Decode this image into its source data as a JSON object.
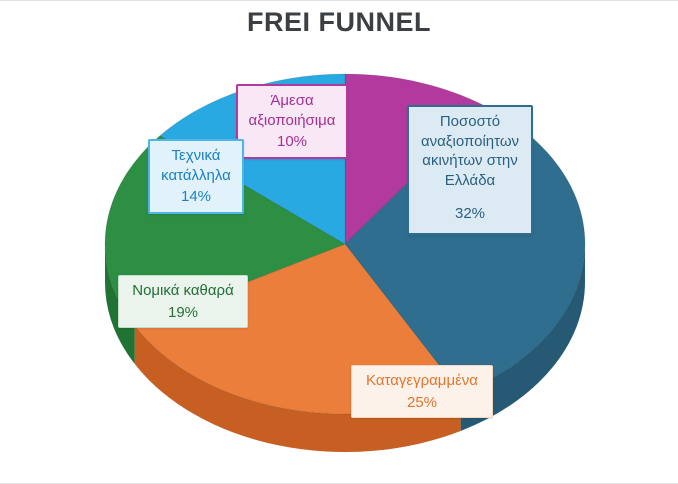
{
  "title": "FREI FUNNEL",
  "background": "#ffffff",
  "chart_data": {
    "type": "pie",
    "title": "FREI FUNNEL",
    "is_3d": true,
    "direction": "clockwise",
    "start_angle_deg": 0,
    "unit": "%",
    "legend": "none",
    "slices": [
      {
        "label": "Άμεσα αξιοποιήσιμα",
        "value": 10,
        "display": "10%",
        "color": "#b23a9e",
        "side_color": "#8e2d7e",
        "label_bg": "#f8e7f4",
        "label_border": "#b23a9e",
        "label_text": "#a63093"
      },
      {
        "label": "Ποσοστό αναξιοποίητων ακινήτων στην Ελλάδα",
        "value": 32,
        "display": "32%",
        "color": "#2f6e8e",
        "side_color": "#265a74",
        "label_bg": "#dceaf4",
        "label_border": "#2f6e8e",
        "label_text": "#2b607e"
      },
      {
        "label": "Καταγεγραμμένα",
        "value": 25,
        "display": "25%",
        "color": "#ec7e3c",
        "side_color": "#c75f22",
        "label_bg": "#fdf2e9",
        "label_border": "#f3d7bf",
        "label_text": "#e0762f"
      },
      {
        "label": "Νομικά καθαρά",
        "value": 19,
        "display": "19%",
        "color": "#2c8f44",
        "side_color": "#217334",
        "label_bg": "#eaf4ec",
        "label_border": "#c6ddcc",
        "label_text": "#236f37"
      },
      {
        "label": "Τεχνικά κατάλληλα",
        "value": 14,
        "display": "14%",
        "color": "#29a9e1",
        "side_color": "#1f85b5",
        "label_bg": "#e1f2fb",
        "label_border": "#4fb4e6",
        "label_text": "#1b80c4"
      }
    ]
  }
}
